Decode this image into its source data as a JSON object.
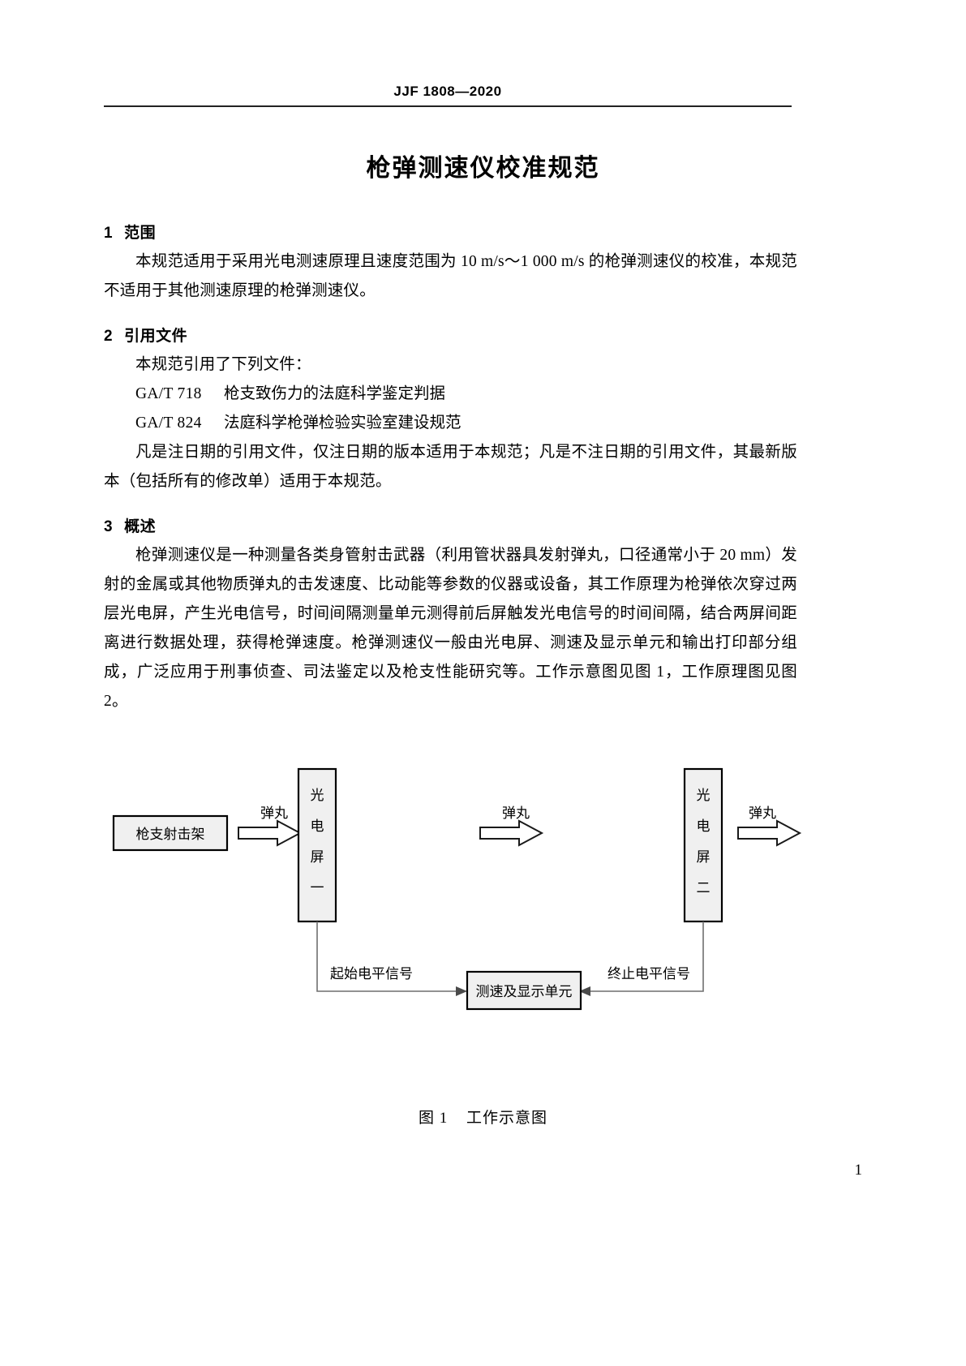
{
  "header": {
    "standard_code": "JJF 1808—2020"
  },
  "title": "枪弹测速仪校准规范",
  "sections": [
    {
      "number": "1",
      "heading": "范围",
      "paragraphs": [
        "本规范适用于采用光电测速原理且速度范围为 10 m/s～1 000 m/s 的枪弹测速仪的校准，本规范不适用于其他测速原理的枪弹测速仪。"
      ]
    },
    {
      "number": "2",
      "heading": "引用文件",
      "lead": "本规范引用了下列文件：",
      "references": [
        {
          "code": "GA/T 718",
          "title": "枪支致伤力的法庭科学鉴定判据"
        },
        {
          "code": "GA/T 824",
          "title": "法庭科学枪弹检验实验室建设规范"
        }
      ],
      "paragraphs": [
        "凡是注日期的引用文件，仅注日期的版本适用于本规范；凡是不注日期的引用文件，其最新版本（包括所有的修改单）适用于本规范。"
      ]
    },
    {
      "number": "3",
      "heading": "概述",
      "paragraphs": [
        "枪弹测速仪是一种测量各类身管射击武器（利用管状器具发射弹丸，口径通常小于 20 mm）发射的金属或其他物质弹丸的击发速度、比动能等参数的仪器或设备，其工作原理为枪弹依次穿过两层光电屏，产生光电信号，时间间隔测量单元测得前后屏触发光电信号的时间间隔，结合两屏间距离进行数据处理，获得枪弹速度。枪弹测速仪一般由光电屏、测速及显示单元和输出打印部分组成，广泛应用于刑事侦查、司法鉴定以及枪支性能研究等。工作示意图见图 1，工作原理图见图 2。"
      ]
    }
  ],
  "figure": {
    "caption_label": "图 1",
    "caption_text": "工作示意图",
    "nodes": {
      "firing_rack": "枪支射击架",
      "screen_one": "光电屏一",
      "screen_two": "光电屏二",
      "display_unit": "测速及显示单元"
    },
    "edge_labels": {
      "projectile_1": "弹丸",
      "projectile_2": "弹丸",
      "projectile_3": "弹丸",
      "start_signal": "起始电平信号",
      "stop_signal": "终止电平信号"
    },
    "screen_one_chars": [
      "光",
      "电",
      "屏",
      "一"
    ],
    "screen_two_chars": [
      "光",
      "电",
      "屏",
      "二"
    ]
  },
  "footer": {
    "page_number": "1"
  },
  "colors": {
    "text": "#000000",
    "rule": "#222222",
    "box_fill": "#f0f0f0",
    "box_stroke": "#000000",
    "connector": "#6f6f6f"
  }
}
